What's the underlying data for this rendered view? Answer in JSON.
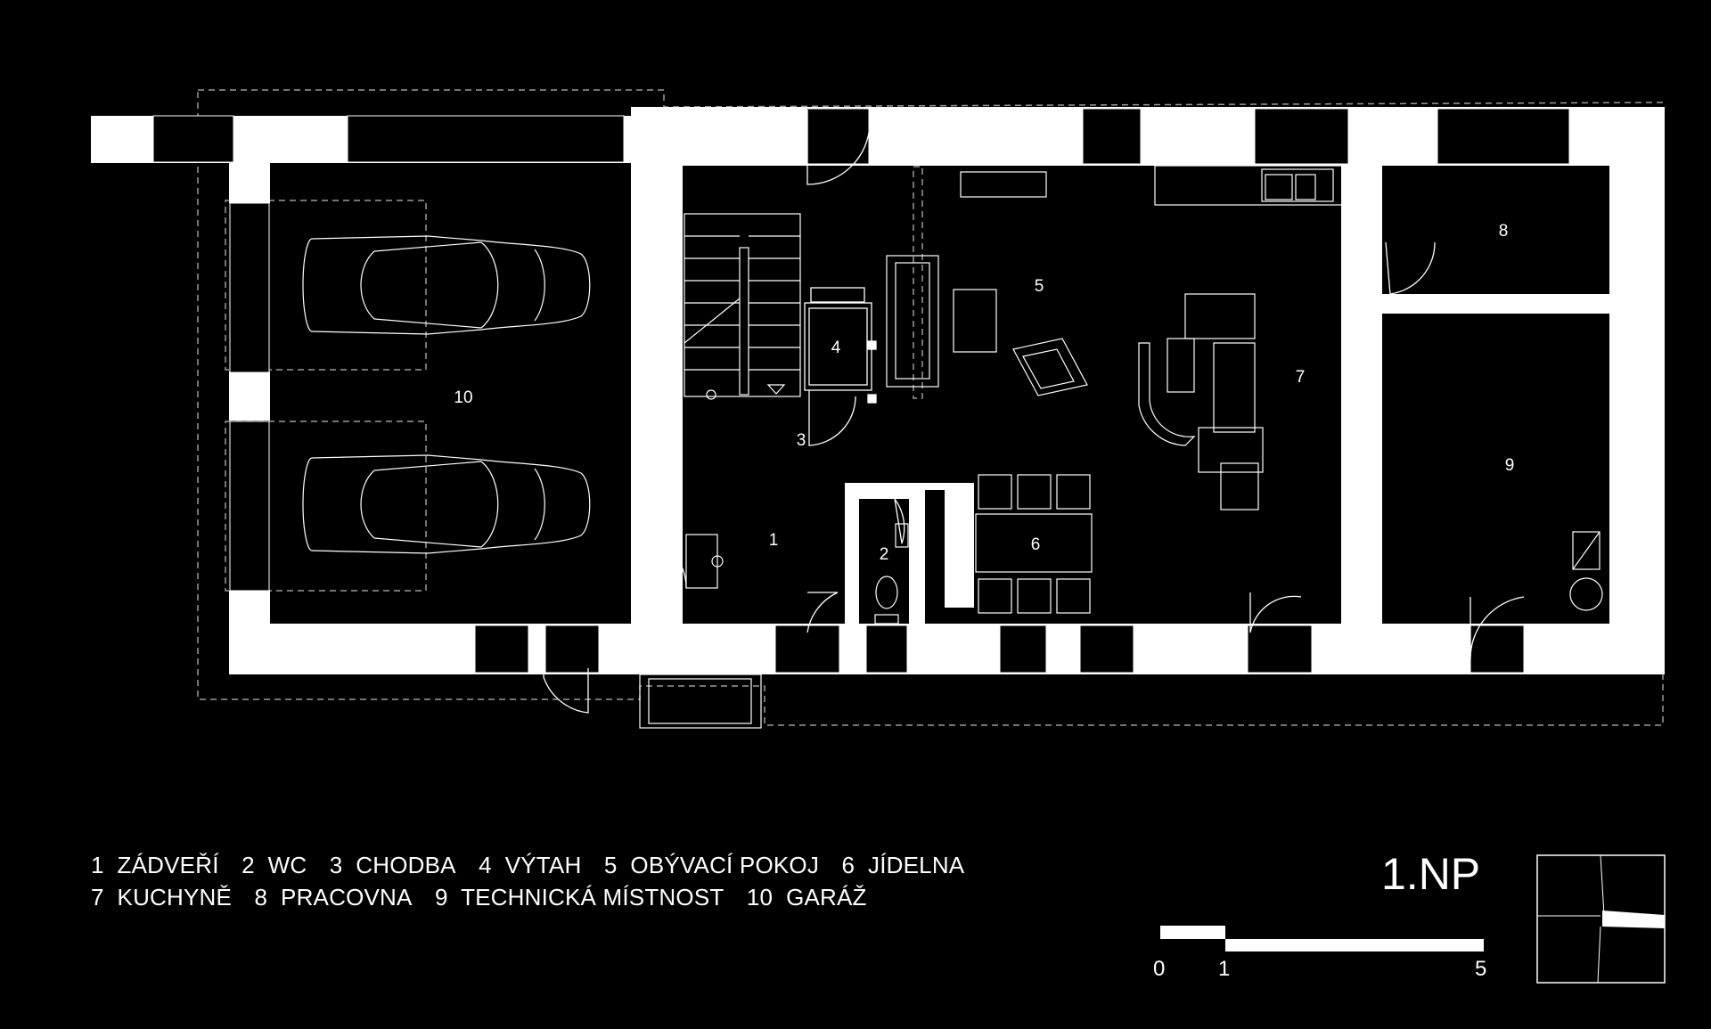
{
  "sheet": {
    "title": "1.NP"
  },
  "rooms": [
    {
      "number": "1"
    },
    {
      "number": "2"
    },
    {
      "number": "3"
    },
    {
      "number": "4"
    },
    {
      "number": "5"
    },
    {
      "number": "6"
    },
    {
      "number": "7"
    },
    {
      "number": "8"
    },
    {
      "number": "9"
    },
    {
      "number": "10"
    }
  ],
  "legend": {
    "line1": [
      {
        "num": "1",
        "name": "ZÁDVEŘÍ"
      },
      {
        "num": "2",
        "name": "WC"
      },
      {
        "num": "3",
        "name": "CHODBA"
      },
      {
        "num": "4",
        "name": "VÝTAH"
      },
      {
        "num": "5",
        "name": "OBÝVACÍ POKOJ"
      },
      {
        "num": "6",
        "name": "JÍDELNA"
      }
    ],
    "line2": [
      {
        "num": "7",
        "name": "KUCHYNĚ"
      },
      {
        "num": "8",
        "name": "PRACOVNA"
      },
      {
        "num": "9",
        "name": "TECHNICKÁ MÍSTNOST"
      },
      {
        "num": "10",
        "name": "GARÁŽ"
      }
    ]
  },
  "scale_bar": {
    "labels": [
      "0",
      "1",
      "5"
    ]
  },
  "colors": {
    "background": "#000000",
    "ink": "#ffffff"
  }
}
